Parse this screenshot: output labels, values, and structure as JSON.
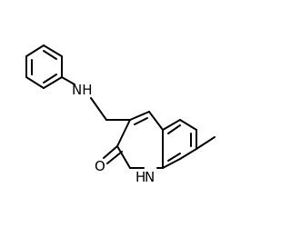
{
  "molecule": {
    "atoms": {
      "amine_nitrogen": "NH",
      "carbonyl_oxygen": "O",
      "ring_nitrogen_h": "H",
      "ring_nitrogen": "N"
    }
  }
}
